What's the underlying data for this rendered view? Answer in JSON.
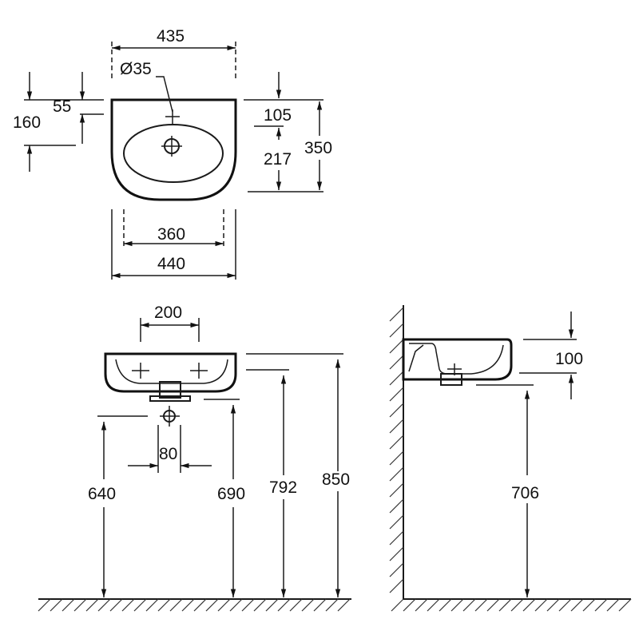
{
  "dimensions": {
    "top_width": "435",
    "hole_dia": "Ø35",
    "dim_55": "55",
    "dim_160": "160",
    "dim_105": "105",
    "dim_217": "217",
    "dim_350": "350",
    "dim_360": "360",
    "dim_440": "440",
    "dim_200": "200",
    "dim_80": "80",
    "dim_640": "640",
    "dim_690": "690",
    "dim_792": "792",
    "dim_850": "850",
    "dim_100": "100",
    "dim_706": "706"
  }
}
